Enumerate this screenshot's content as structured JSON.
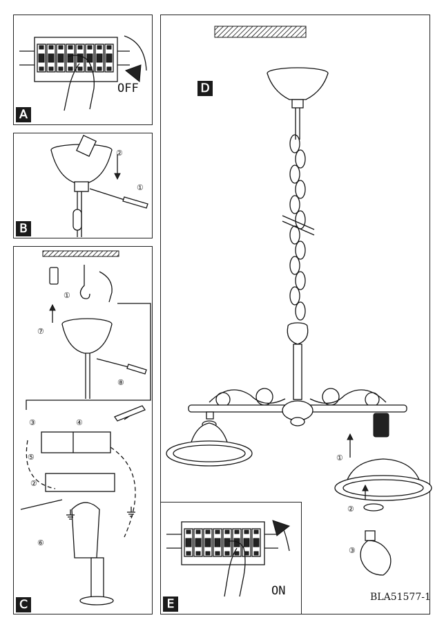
{
  "panels": {
    "A": {
      "tag": "A",
      "switch_label": "OFF"
    },
    "B": {
      "tag": "B"
    },
    "C": {
      "tag": "C"
    },
    "D": {
      "tag": "D"
    },
    "E": {
      "tag": "E",
      "switch_label": "ON"
    }
  },
  "steps": {
    "B": [
      "①",
      "②"
    ],
    "C": [
      "①",
      "②",
      "③",
      "④",
      "⑤",
      "⑥",
      "⑦",
      "⑧"
    ],
    "D": [
      "①",
      "②",
      "③"
    ]
  },
  "document_code": "BLA51577-1",
  "icons": [
    "breaker-switch-icon",
    "ground-symbol-icon",
    "wall-plug-icon",
    "screwdriver-icon",
    "light-bulb-icon",
    "ceiling-hatch-icon"
  ]
}
